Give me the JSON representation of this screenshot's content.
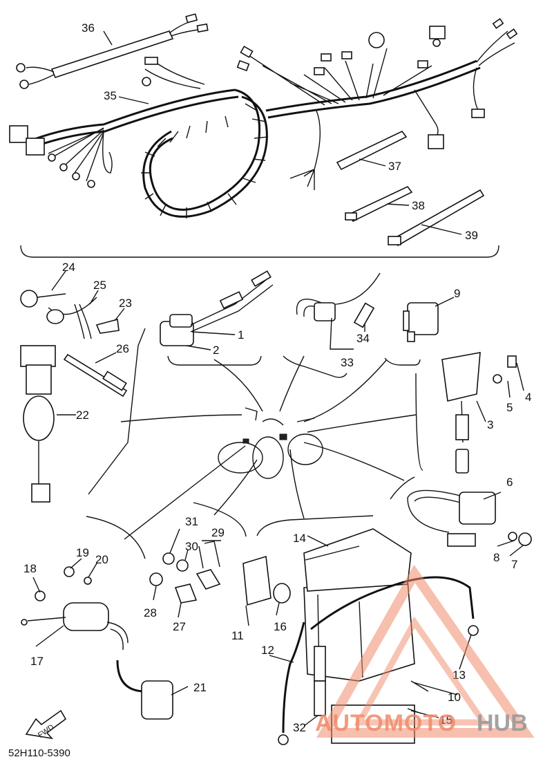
{
  "diagram": {
    "code": "52H110-5390",
    "fwd_label": "FWD",
    "watermark": {
      "part1": "AUTOMOTO",
      "part2": "HUB",
      "color1": "#f08a6a",
      "color2": "#9a9a9a"
    },
    "labels": {
      "n1": "1",
      "n2": "2",
      "n3": "3",
      "n4": "4",
      "n5": "5",
      "n6": "6",
      "n7": "7",
      "n8": "8",
      "n9": "9",
      "n10": "10",
      "n11": "11",
      "n12": "12",
      "n13": "13",
      "n14": "14",
      "n15": "15",
      "n16": "16",
      "n17": "17",
      "n18": "18",
      "n19": "19",
      "n20": "20",
      "n21": "21",
      "n22": "22",
      "n23": "23",
      "n24": "24",
      "n25": "25",
      "n26": "26",
      "n27": "27",
      "n28": "28",
      "n29": "29",
      "n30": "30",
      "n31": "31",
      "n32": "32",
      "n33": "33",
      "n34": "34",
      "n35": "35",
      "n36": "36",
      "n37": "37",
      "n38": "38",
      "n39": "39"
    }
  }
}
